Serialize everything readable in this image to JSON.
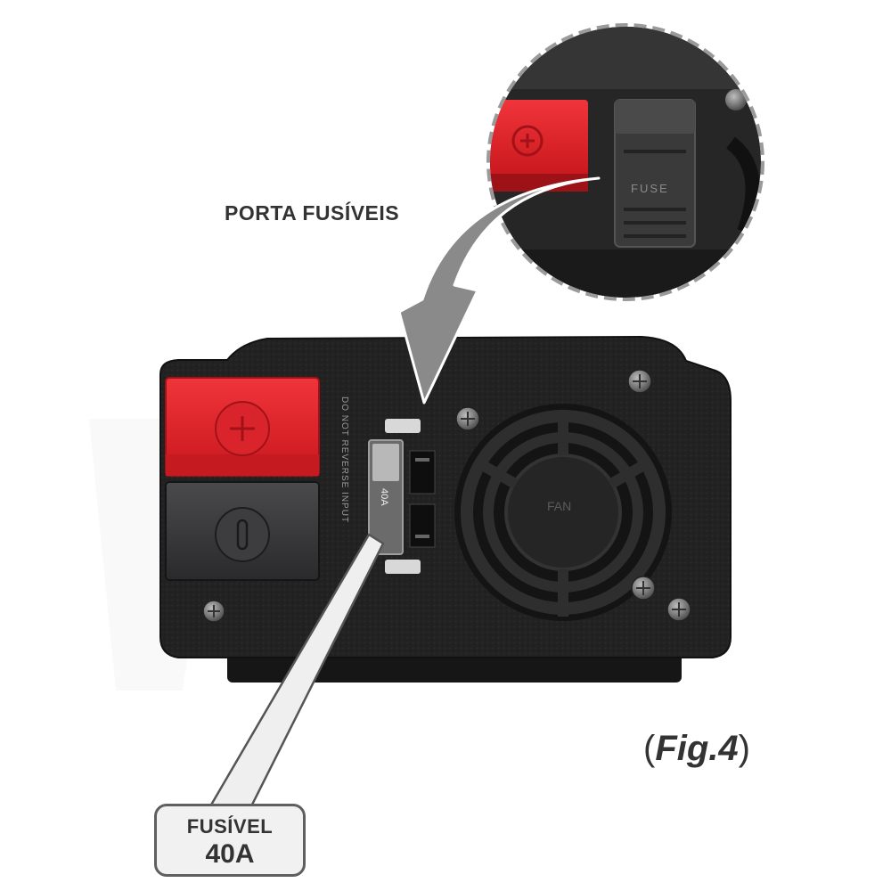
{
  "labels": {
    "fuse_holder": "PORTA FUSÍVEIS",
    "fuse_line1": "FUSÍVEL",
    "fuse_line2": "40A",
    "figure_open": "(",
    "figure_num": "Fig.4",
    "figure_close": ")"
  },
  "device_markings": {
    "fuse_rating": "40A",
    "fuse_cover": "FUSE",
    "fan": "FAN",
    "polarity_warning": "DO NOT REVERSE INPUT"
  },
  "colors": {
    "terminal_positive": "#e3262b",
    "terminal_negative": "#3a3a3c",
    "housing": "#222222",
    "arrow": "#8a8a8a",
    "text": "#333333"
  },
  "icons": [
    "plus-icon",
    "minus-icon",
    "screw-icon",
    "fan-grille-icon"
  ]
}
